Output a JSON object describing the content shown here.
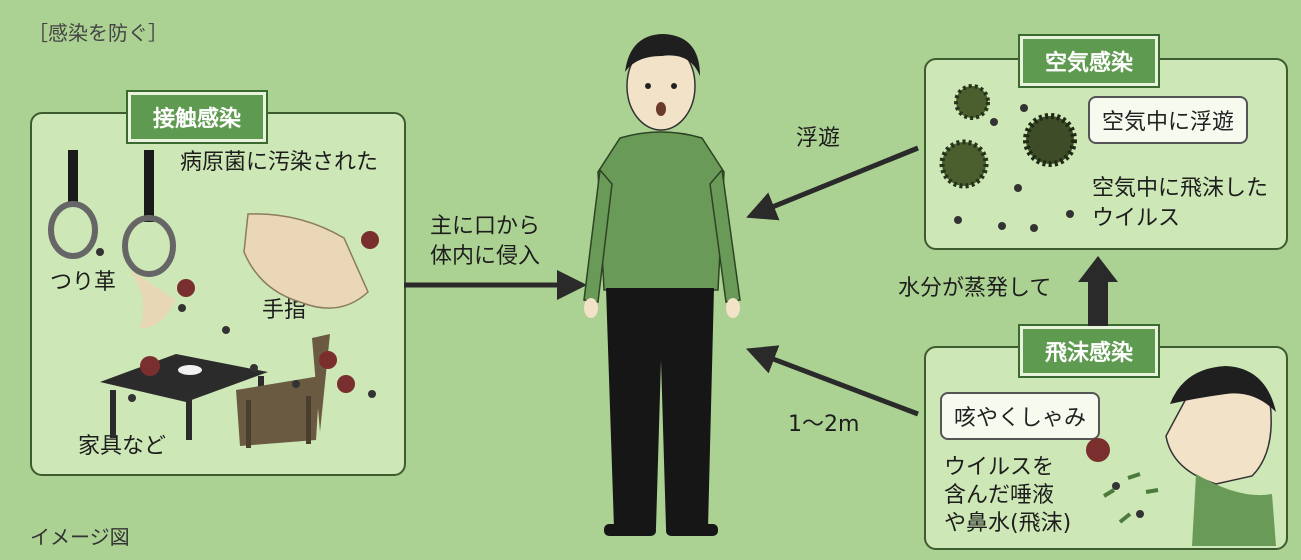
{
  "header": {
    "title": "［感染を防ぐ］"
  },
  "contact_infection": {
    "badge": "接触感染",
    "pathogen_text": "病原菌に汚染された",
    "items": [
      "つり革",
      "手指",
      "家具など"
    ]
  },
  "center": {
    "route_label": "主に口から\n体内に侵入",
    "float_label": "浮遊",
    "distance_label": "1～2m"
  },
  "airborne_infection": {
    "badge": "空気感染",
    "bubble": "空気中に浮遊",
    "description": "空気中に飛沫した\nウイルス"
  },
  "evaporation_label": "水分が蒸発して",
  "droplet_infection": {
    "badge": "飛沫感染",
    "bubble": "咳やくしゃみ",
    "description": "ウイルスを\n含んだ唾液\nや鼻水(飛沫)"
  },
  "footer": {
    "caption": "イメージ図"
  }
}
